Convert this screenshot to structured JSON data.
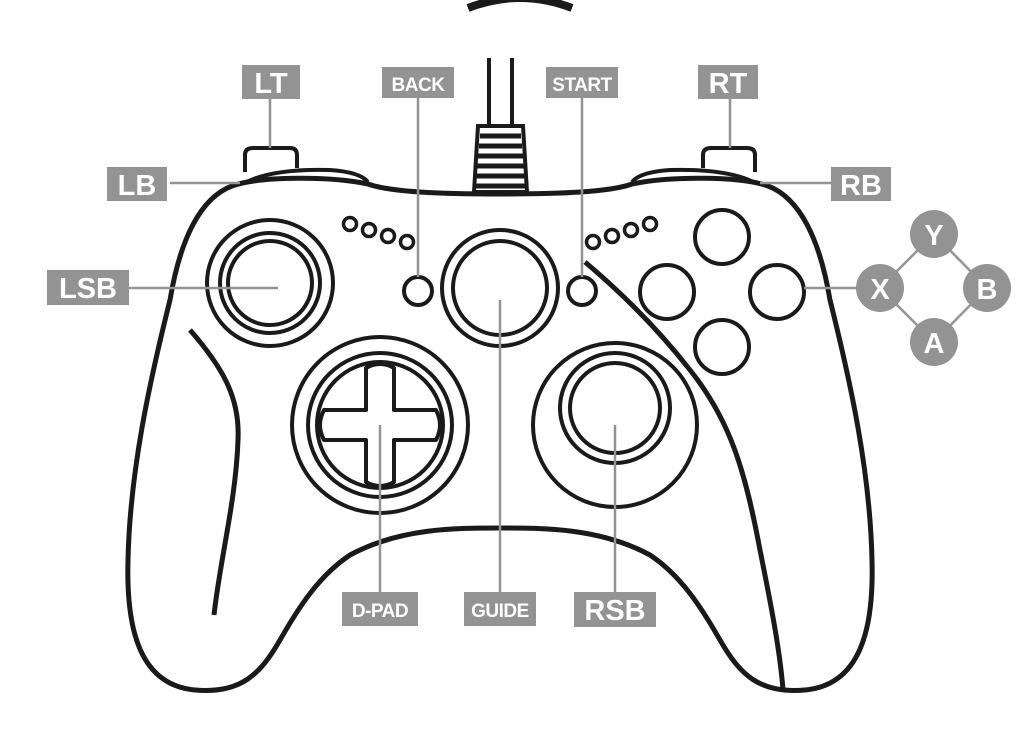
{
  "labels": {
    "lt": "LT",
    "rt": "RT",
    "lb": "LB",
    "rb": "RB",
    "back": "BACK",
    "start": "START",
    "lsb": "LSB",
    "rsb": "RSB",
    "dpad": "D-PAD",
    "guide": "GUIDE"
  },
  "face_buttons": {
    "y": "Y",
    "x": "X",
    "b": "B",
    "a": "A"
  },
  "colors": {
    "outline": "#1a1a1a",
    "label_bg": "#939393",
    "leader_line": "#939393"
  }
}
